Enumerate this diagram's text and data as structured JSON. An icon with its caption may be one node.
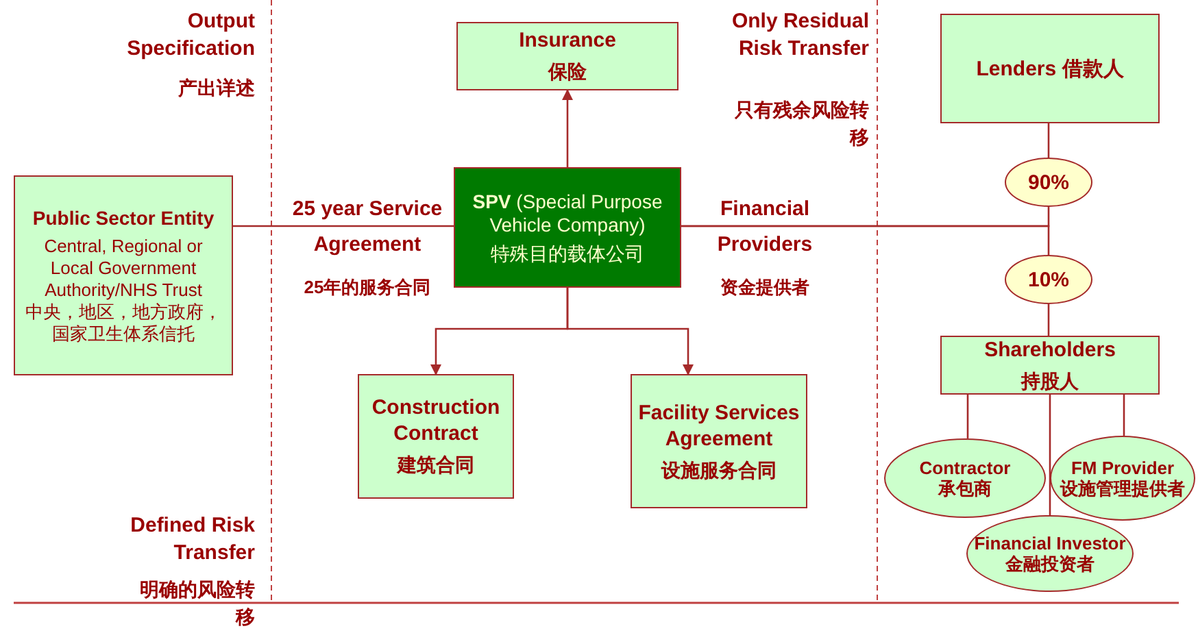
{
  "diagram": {
    "nodes": [
      {
        "text": [
          "Public Sector Entity",
          "Central, Regional or Local Government Authority/NHS Trust",
          "中央，地区，地方政府，国家卫生体系信托"
        ]
      },
      {
        "text": [
          "Insurance",
          "保险"
        ]
      },
      {
        "text": [
          "**SPV** (Special Purpose Vehicle Company)",
          "特殊目的载体公司"
        ]
      },
      {
        "text": [
          "Construction Contract",
          "建筑合同"
        ]
      },
      {
        "text": [
          "Facility Services Agreement",
          "设施服务合同"
        ]
      },
      {
        "text": [
          "Lenders 借款人"
        ]
      },
      {
        "text": [
          "90%"
        ]
      },
      {
        "text": [
          "10%"
        ]
      },
      {
        "text": [
          "Shareholders",
          "持股人"
        ]
      },
      {
        "text": [
          "Contractor",
          "承包商"
        ]
      },
      {
        "text": [
          "FM Provider",
          "设施管理提供者"
        ]
      },
      {
        "text": [
          "Financial Investor",
          "金融投资者"
        ]
      }
    ],
    "edges": [
      {
        "from": 0,
        "to": 2,
        "arrow": "none"
      },
      {
        "from": 2,
        "to": 1,
        "arrow": "to"
      },
      {
        "from": 2,
        "to": 3,
        "arrow": "to"
      },
      {
        "from": 2,
        "to": 4,
        "arrow": "to"
      },
      {
        "from": 5,
        "to": 6,
        "arrow": "none"
      },
      {
        "from": 2,
        "to": 6,
        "arrow": "none"
      },
      {
        "from": 2,
        "to": 7,
        "arrow": "none"
      },
      {
        "from": 7,
        "to": 8,
        "arrow": "none"
      },
      {
        "from": 8,
        "to": 9,
        "arrow": "none"
      },
      {
        "from": 8,
        "to": 10,
        "arrow": "none"
      },
      {
        "from": 8,
        "to": 11,
        "arrow": "none"
      }
    ],
    "labels": [
      "Output Specification",
      "产出详述",
      "Only Residual Risk Transfer",
      "只有残余风险转移",
      "25 year Service Agreement",
      "25年的服务合同",
      "Financial Providers",
      "资金提供者",
      "Defined Risk Transfer",
      "明确的风险转移"
    ]
  }
}
